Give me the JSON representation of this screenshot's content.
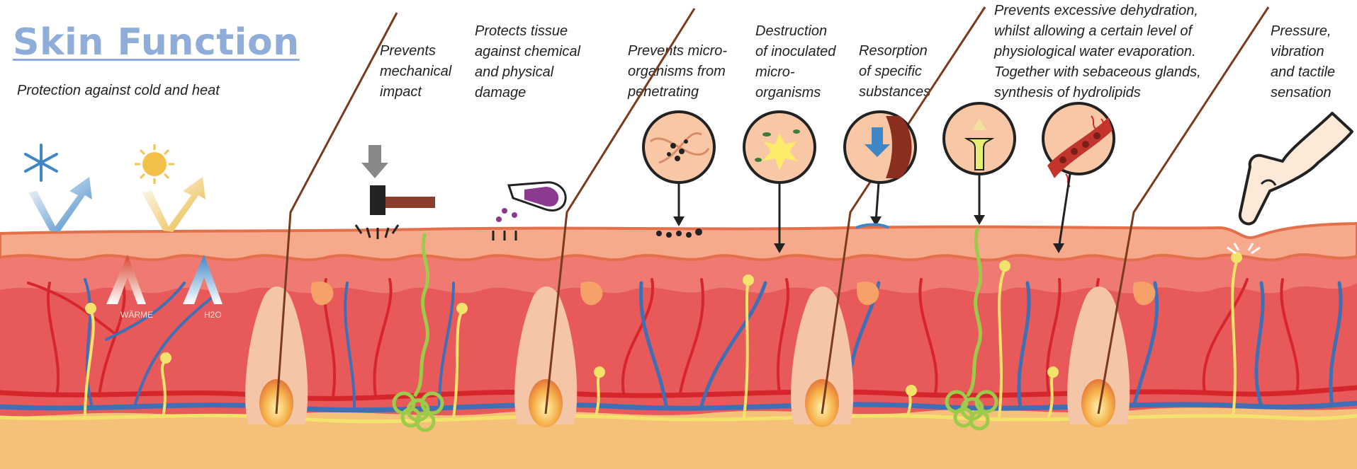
{
  "title": "Skin Function",
  "colors": {
    "title": "#8FADD9",
    "epidermis": "#F7A98C",
    "dermis": "#E8595A",
    "subcutis": "#F5C17A",
    "hair": "#7A3A1E",
    "artery": "#D7262B",
    "vein": "#3F6FB5",
    "nerve": "#F4E36A",
    "sweat_gland": "#9CCB4A"
  },
  "captions": [
    {
      "key": "cold-heat",
      "lines": [
        "Protection against cold and heat"
      ]
    },
    {
      "key": "mechanical",
      "lines": [
        "Prevents",
        "mechanical",
        "impact"
      ]
    },
    {
      "key": "chemical",
      "lines": [
        "Protects tissue",
        "against chemical",
        "and physical",
        "damage"
      ]
    },
    {
      "key": "microorganisms",
      "lines": [
        "Prevents micro-",
        "organisms from",
        "penetrating"
      ]
    },
    {
      "key": "inoculated",
      "lines": [
        "Destruction",
        "of inoculated",
        "micro-",
        "organisms"
      ]
    },
    {
      "key": "resorption",
      "lines": [
        "Resorption",
        "of specific",
        "substances"
      ]
    },
    {
      "key": "dehydration",
      "lines": [
        "Prevents excessive dehydration,",
        "whilst allowing a certain level of",
        "physiological water evaporation.",
        "Together with sebaceous glands,",
        "synthesis of hydrolipids"
      ]
    },
    {
      "key": "pressure",
      "lines": [
        "Pressure,",
        "vibration",
        "and tactile",
        "sensation"
      ]
    }
  ],
  "labels": {
    "heat": "WÄRME",
    "water": "H2O"
  },
  "icons": [
    "snowflake-icon",
    "sun-icon",
    "hammer-icon",
    "test-tube-icon",
    "magnifier-bacteria-icon",
    "magnifier-destruction-icon",
    "magnifier-resorption-icon",
    "magnifier-sweat-pore-icon",
    "magnifier-vessel-icon",
    "finger-icon"
  ]
}
